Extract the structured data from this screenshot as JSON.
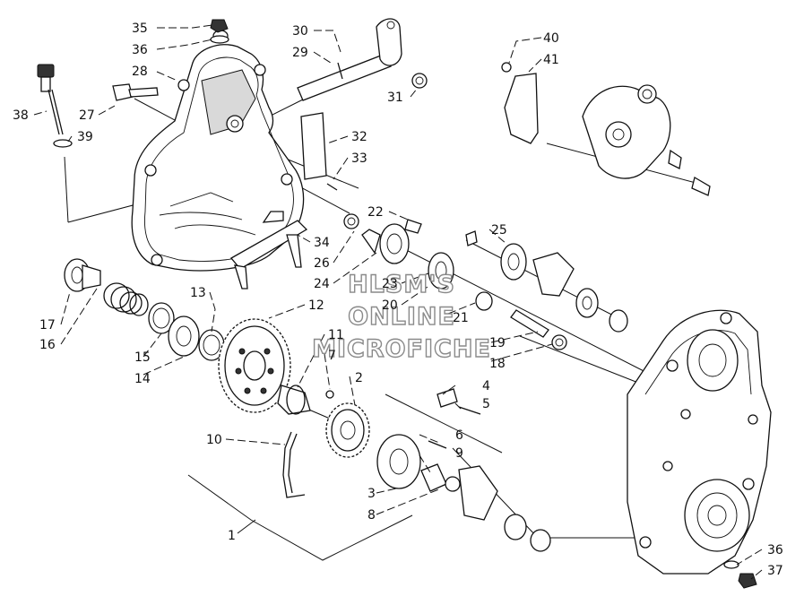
{
  "watermark": {
    "line1": "HLSM'S",
    "line2": "ONLINE",
    "line3": "MICROFICHE"
  },
  "callouts": [
    {
      "id": "c35a",
      "text": "35"
    },
    {
      "id": "c36a",
      "text": "36"
    },
    {
      "id": "c28",
      "text": "28"
    },
    {
      "id": "c30",
      "text": "30"
    },
    {
      "id": "c29",
      "text": "29"
    },
    {
      "id": "c31",
      "text": "31"
    },
    {
      "id": "c38",
      "text": "38"
    },
    {
      "id": "c27",
      "text": "27"
    },
    {
      "id": "c39",
      "text": "39"
    },
    {
      "id": "c32",
      "text": "32"
    },
    {
      "id": "c33",
      "text": "33"
    },
    {
      "id": "c40",
      "text": "40"
    },
    {
      "id": "c41",
      "text": "41"
    },
    {
      "id": "c22",
      "text": "22"
    },
    {
      "id": "c25",
      "text": "25"
    },
    {
      "id": "c34",
      "text": "34"
    },
    {
      "id": "c26",
      "text": "26"
    },
    {
      "id": "c24",
      "text": "24"
    },
    {
      "id": "c23",
      "text": "23"
    },
    {
      "id": "c20",
      "text": "20"
    },
    {
      "id": "c21",
      "text": "21"
    },
    {
      "id": "c13",
      "text": "13"
    },
    {
      "id": "c12",
      "text": "12"
    },
    {
      "id": "c17",
      "text": "17"
    },
    {
      "id": "c16",
      "text": "16"
    },
    {
      "id": "c15",
      "text": "15"
    },
    {
      "id": "c14",
      "text": "14"
    },
    {
      "id": "c11",
      "text": "11"
    },
    {
      "id": "c7",
      "text": "7"
    },
    {
      "id": "c19",
      "text": "19"
    },
    {
      "id": "c18",
      "text": "18"
    },
    {
      "id": "c2",
      "text": "2"
    },
    {
      "id": "c4",
      "text": "4"
    },
    {
      "id": "c5",
      "text": "5"
    },
    {
      "id": "c10",
      "text": "10"
    },
    {
      "id": "c6",
      "text": "6"
    },
    {
      "id": "c9",
      "text": "9"
    },
    {
      "id": "c3",
      "text": "3"
    },
    {
      "id": "c8",
      "text": "8"
    },
    {
      "id": "c1",
      "text": "1"
    },
    {
      "id": "c36b",
      "text": "36"
    },
    {
      "id": "c37",
      "text": "37"
    }
  ]
}
